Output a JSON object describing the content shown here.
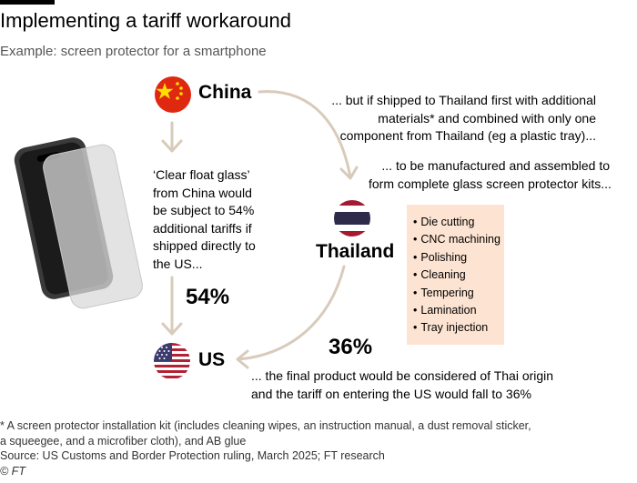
{
  "header": {
    "title": "Implementing a tariff workaround",
    "subtitle": "Example: screen protector for a smartphone"
  },
  "countries": {
    "china": "China",
    "thailand": "Thailand",
    "us": "US"
  },
  "texts": {
    "thailand_shipping": [
      "... but if shipped to Thailand first with additional",
      "materials* and combined with only one",
      "component from Thailand (eg a plastic tray)..."
    ],
    "manufactured": [
      "... to be manufactured and assembled to",
      "form complete glass screen protector kits..."
    ],
    "china_direct": [
      "‘Clear float glass’",
      "from China would",
      "be subject to 54%",
      "additional tariffs if",
      "shipped directly to",
      "the US..."
    ],
    "final_product": [
      "... the final product would be considered of Thai origin",
      "and the tariff on entering the US would fall to 36%"
    ]
  },
  "tariffs": {
    "direct": "54%",
    "via_thailand": "36%"
  },
  "steps": [
    "Die cutting",
    "CNC machining",
    "Polishing",
    "Cleaning",
    "Tempering",
    "Lamination",
    "Tray injection"
  ],
  "footnotes": {
    "kit_note": [
      "* A screen protector installation kit (includes cleaning wipes, an instruction manual, a dust removal sticker,",
      "a squeegee, and a microfiber cloth), and AB glue"
    ],
    "source": "Source: US Customs and Border Protection ruling, March 2025; FT research",
    "copyright": "© FT"
  },
  "colors": {
    "arrow": "#d8cbbb",
    "steps_box": "#fde4d2",
    "china_red": "#de2910",
    "china_star": "#ffde00",
    "thai_red": "#a51931",
    "thai_blue": "#2d2a4a",
    "us_red": "#b22234",
    "us_blue": "#3c3b6e"
  },
  "icons": {
    "phone": "smartphone-icon",
    "protector": "screen-protector-icon"
  }
}
